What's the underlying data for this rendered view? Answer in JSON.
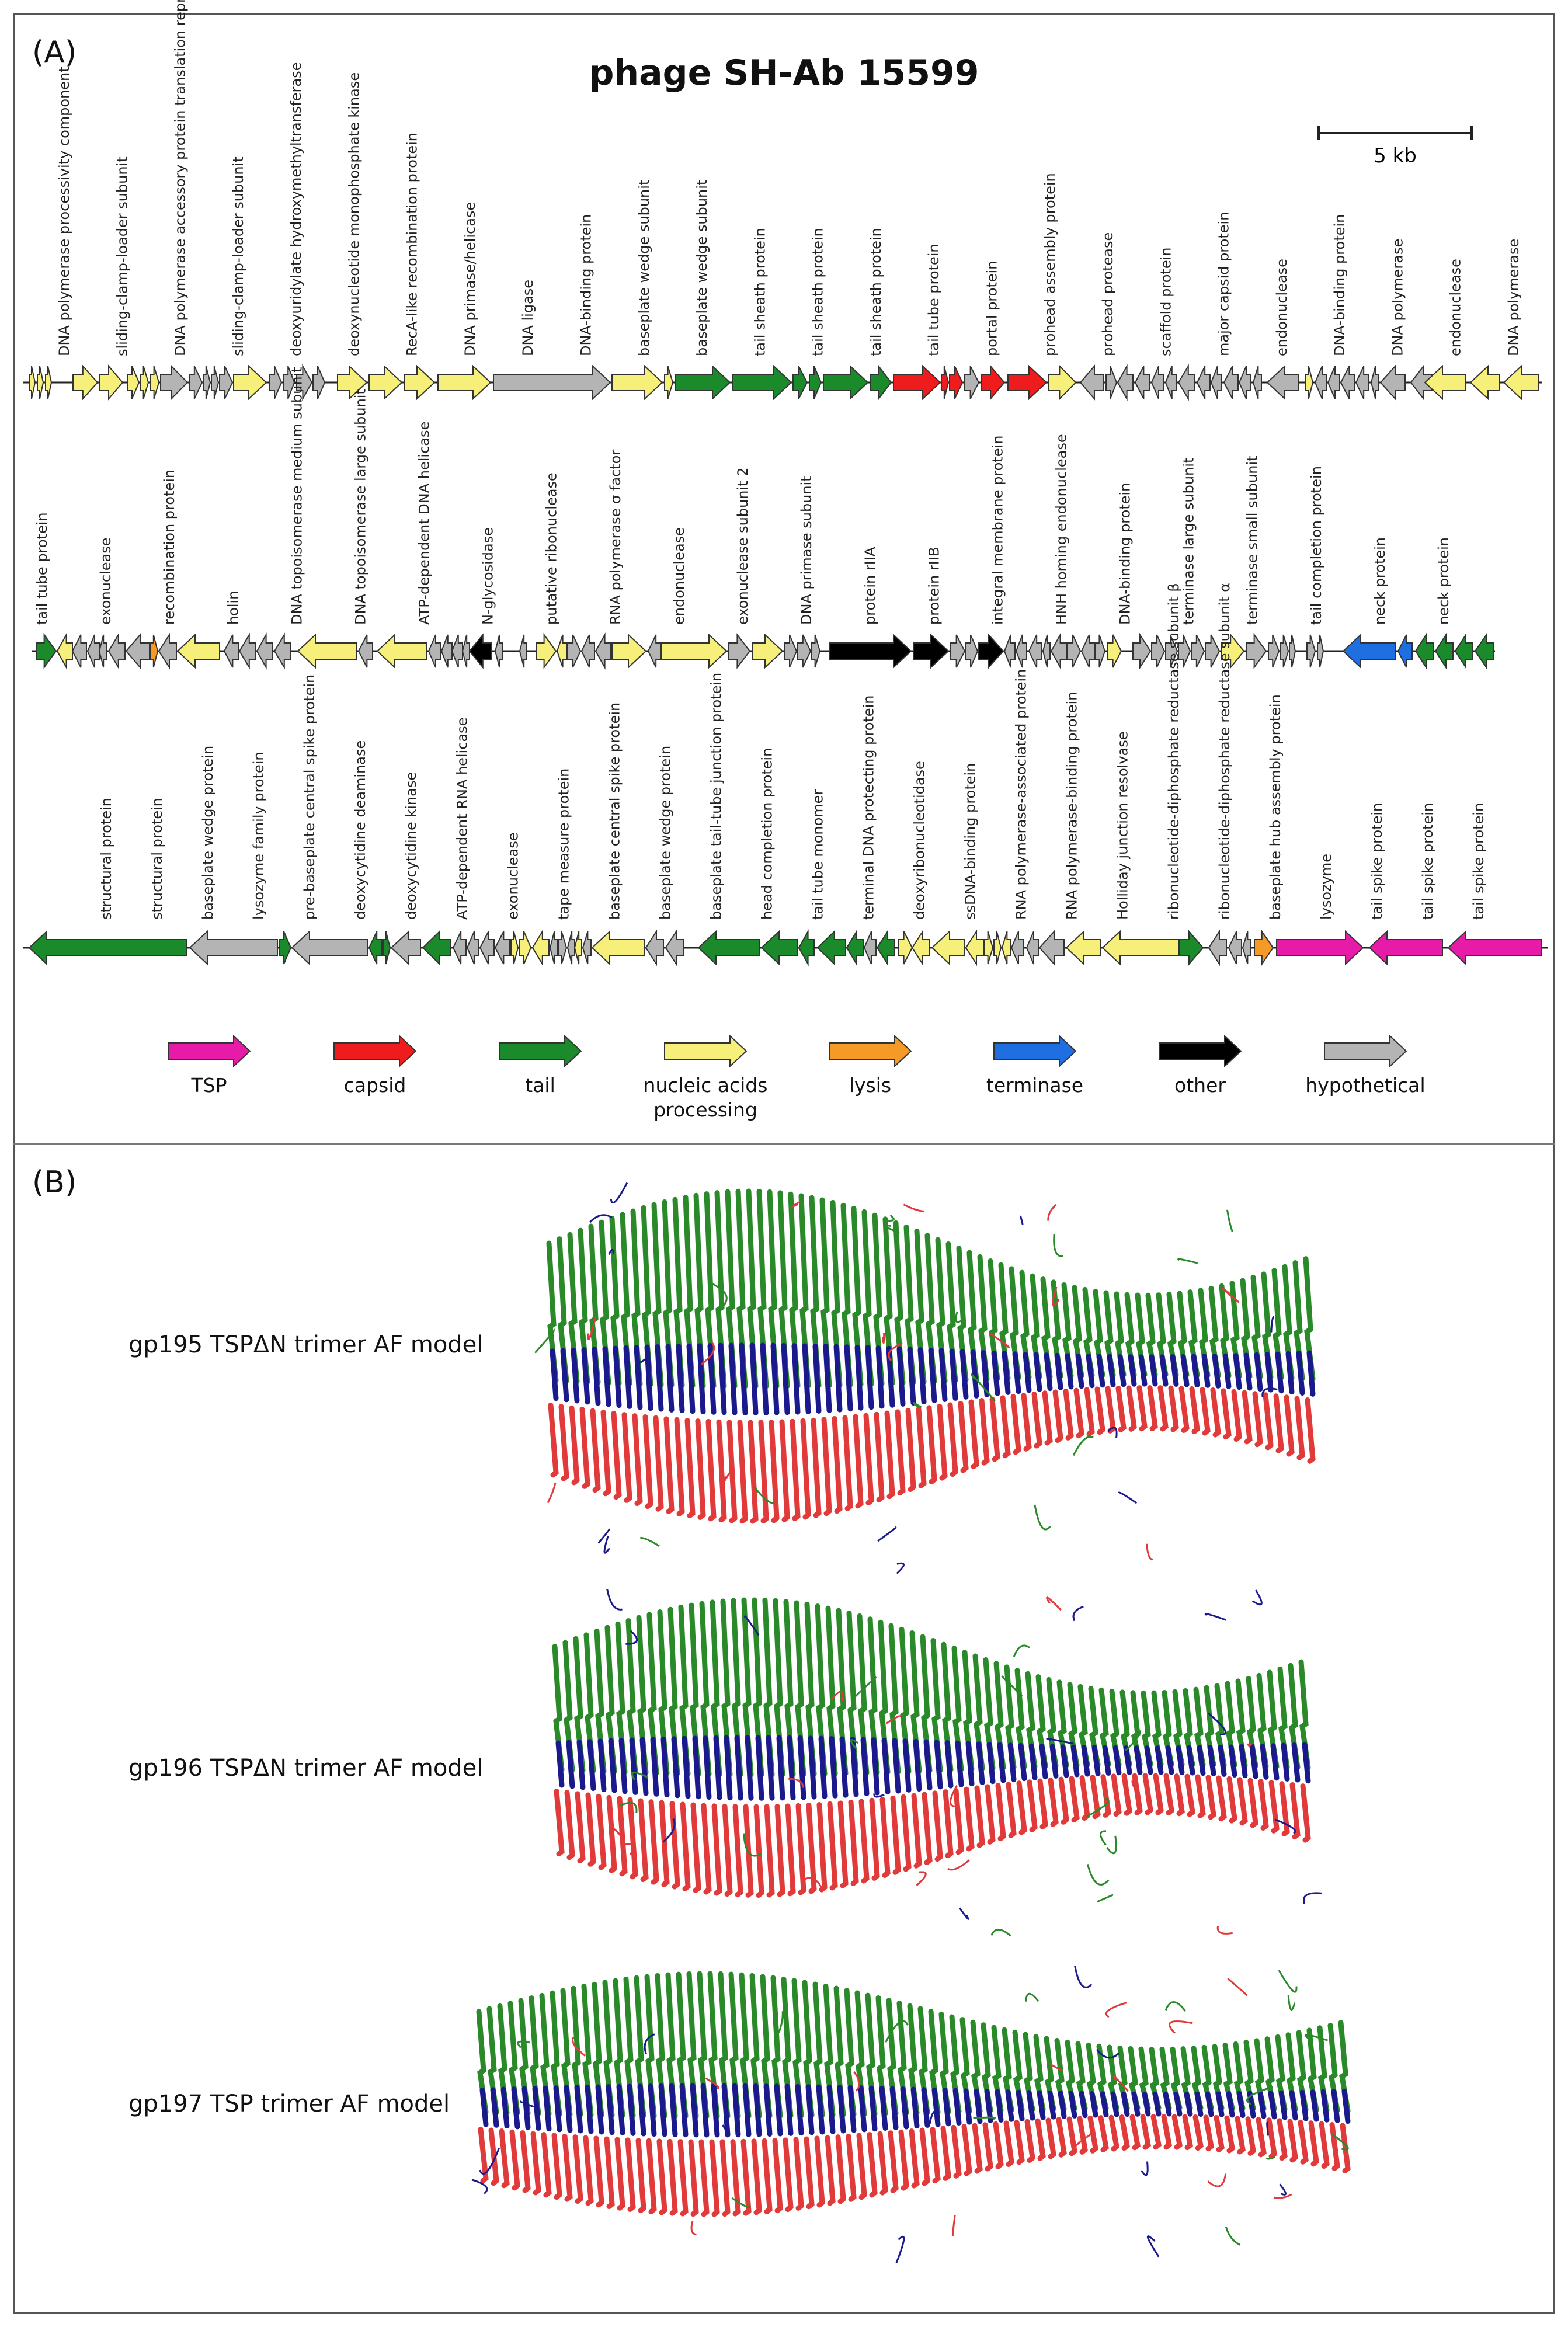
{
  "panel_a": {
    "letter": "(A)",
    "title": "phage SH-Ab 15599",
    "scale_label": "5 kb",
    "colors": {
      "TSP": "#e61ca8",
      "capsid": "#ee1c1c",
      "tail": "#1a8a2a",
      "nucleic": "#f6ef7a",
      "lysis": "#f59a26",
      "terminase": "#1f6fe0",
      "other": "#000000",
      "hypothetical": "#b4b4b4"
    },
    "rows": [
      {
        "labels": [
          "DNA polymerase processivity component",
          "sliding-clamp-loader subunit",
          "DNA polymerase accessory protein translation repressor protein",
          "sliding-clamp-loader subunit",
          "deoxyuridylate hydroxymethyltransferase",
          "deoxynucleotide monophosphate kinase",
          "RecA-like recombination protein",
          "DNA primase/helicase",
          "DNA ligase",
          "DNA-binding protein",
          "baseplate wedge subunit",
          "baseplate wedge subunit",
          "tail sheath protein",
          "tail sheath protein",
          "tail sheath protein",
          "tail tube protein",
          "portal protein",
          "prohead assembly protein",
          "prohead protease",
          "scaffold protein",
          "major capsid protein",
          "endonuclease",
          "DNA-binding protein",
          "DNA polymerase",
          "endonuclease",
          "DNA polymerase"
        ]
      },
      {
        "labels": [
          "tail tube protein",
          "exonuclease",
          "recombination protein",
          "holin",
          "DNA topoisomerase medium subunit",
          "DNA topoisomerase large subunit",
          "ATP-dependent DNA helicase",
          "N-glycosidase",
          "putative ribonuclease",
          "RNA polymerase σ factor",
          "endonuclease",
          "exonuclease subunit 2",
          "DNA primase subunit",
          "protein rIIA",
          "protein rIIB",
          "integral membrane protein",
          "HNH homing endonuclease",
          "DNA-binding protein",
          "terminase large subunit",
          "terminase small subunit",
          "tail completion protein",
          "neck protein",
          "neck protein"
        ]
      },
      {
        "labels": [
          "structural protein",
          "structural protein",
          "baseplate wedge protein",
          "lysozyme family protein",
          "pre-baseplate central spike protein",
          "deoxycytidine deaminase",
          "deoxycytidine kinase",
          "ATP-dependent RNA helicase",
          "exonuclease",
          "tape measure protein",
          "baseplate central spike protein",
          "baseplate wedge protein",
          "baseplate tail-tube junction protein",
          "head completion protein",
          "tail tube monomer",
          "terminal DNA protecting protein",
          "deoxyribonucleotidase",
          "ssDNA-binding protein",
          "RNA polymerase-associated protein",
          "RNA polymerase-binding protein",
          "Holliday junction resolvase",
          "ribonucleotide-diphosphate reductase subunit β",
          "ribonucleotide-diphosphate reductase subunit α",
          "baseplate hub assembly protein",
          "lysozyme",
          "tail spike protein",
          "tail spike protein",
          "tail spike protein"
        ]
      }
    ],
    "legend": [
      {
        "key": "TSP",
        "label": "TSP"
      },
      {
        "key": "capsid",
        "label": "capsid"
      },
      {
        "key": "tail",
        "label": "tail"
      },
      {
        "key": "nucleic",
        "label": "nucleic acids processing"
      },
      {
        "key": "lysis",
        "label": "lysis"
      },
      {
        "key": "terminase",
        "label": "terminase"
      },
      {
        "key": "other",
        "label": "other"
      },
      {
        "key": "hypothetical",
        "label": "hypothetical"
      }
    ]
  },
  "panel_b": {
    "letter": "(B)",
    "models": [
      {
        "label": "gp195 TSPΔN trimer AF model"
      },
      {
        "label": "gp196 TSPΔN trimer AF model"
      },
      {
        "label": "gp197 TSP trimer AF model"
      }
    ],
    "chain_colors": [
      "#2a8a2a",
      "#1a1a8c",
      "#e03a3a"
    ]
  }
}
